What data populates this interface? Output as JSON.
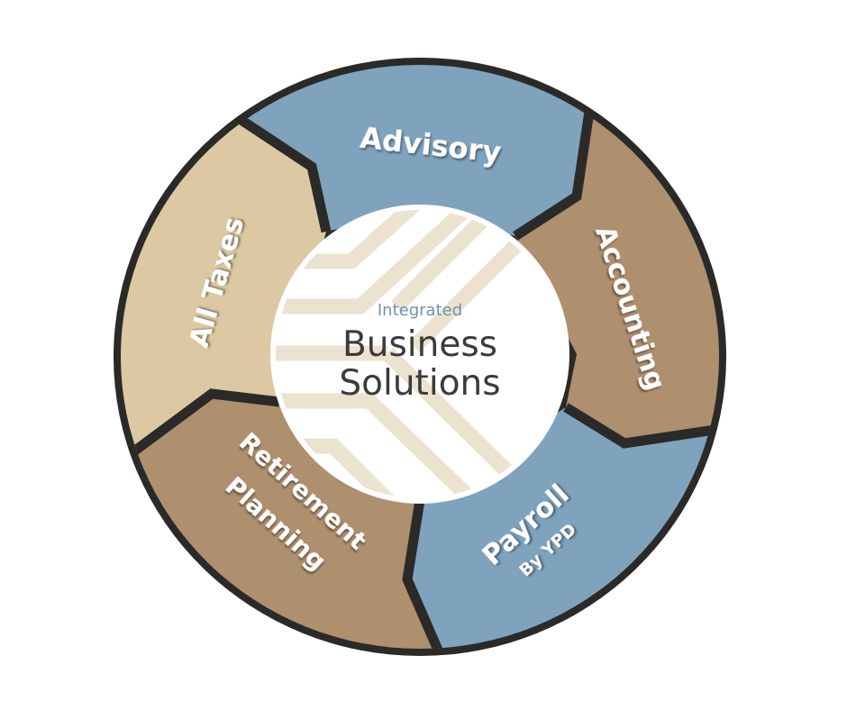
{
  "diagram": {
    "title": "Integrated Business Solutions",
    "center": {
      "subtitle": "Integrated",
      "line1": "Business",
      "line2": "Solutions"
    },
    "segments": [
      {
        "id": "advisory",
        "label": "Advisory",
        "color": "#7fa3bd"
      },
      {
        "id": "accounting",
        "label": "Accounting",
        "color": "#ae8f6e"
      },
      {
        "id": "payroll",
        "label": "Payroll",
        "sublabel": "By YPD",
        "color": "#7fa3bd"
      },
      {
        "id": "retirement-planning",
        "label_line1": "Retirement",
        "label_line2": "Planning",
        "color": "#ae8f6e"
      },
      {
        "id": "all-taxes",
        "label": "All Taxes",
        "color": "#dcc8a2"
      }
    ],
    "colors": {
      "ring": "#2b2a28",
      "blue": "#7fa3bd",
      "tan_dark": "#ae8f6e",
      "tan_light": "#dcc8a2",
      "stripe": "#ece2d0",
      "center_text": "#3b3b3b",
      "center_subtitle": "#6d93b4"
    }
  }
}
